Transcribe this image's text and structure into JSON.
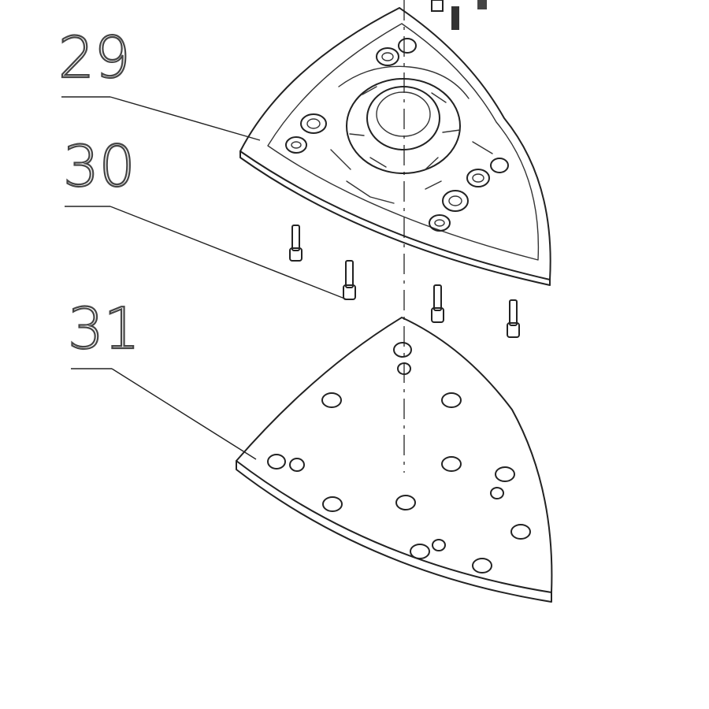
{
  "callouts": [
    {
      "id": "29",
      "label": "29"
    },
    {
      "id": "30",
      "label": "30"
    },
    {
      "id": "31",
      "label": "31"
    }
  ]
}
